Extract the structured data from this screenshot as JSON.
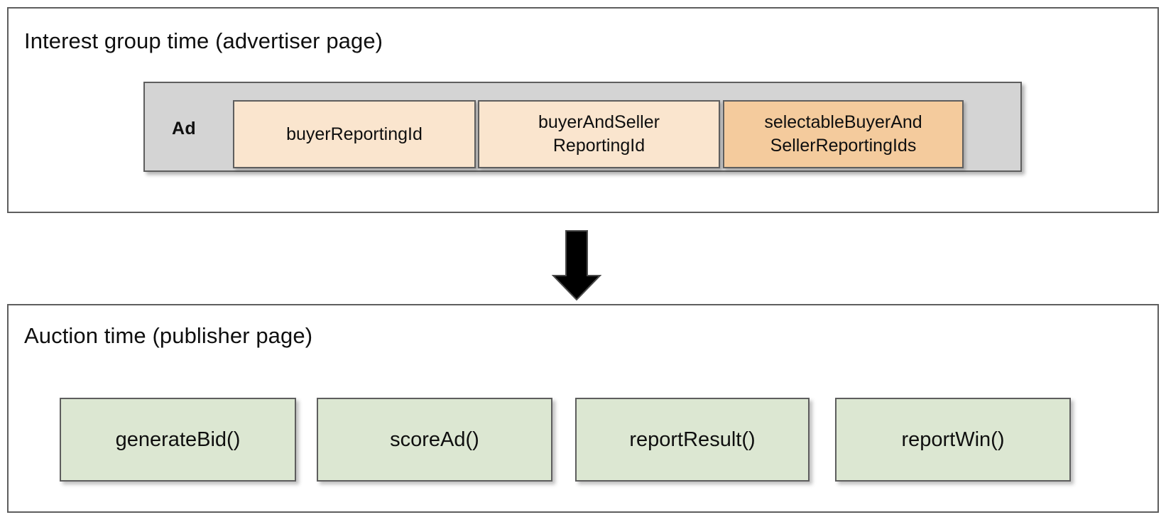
{
  "diagram": {
    "background_color": "#ffffff",
    "border_color": "#5e5e5e"
  },
  "top_panel": {
    "title": "Interest group time (advertiser page)",
    "ad_group": {
      "label": "Ad",
      "background_color": "#d4d4d4",
      "boxes": [
        {
          "label": "buyerReportingId",
          "color": "#fae5ce",
          "variant": "light"
        },
        {
          "label": "buyerAndSeller\nReportingId",
          "line1": "buyerAndSeller",
          "line2": "ReportingId",
          "color": "#fae5ce",
          "variant": "light"
        },
        {
          "label": "selectableBuyerAnd\nSellerReportingIds",
          "line1": "selectableBuyerAnd",
          "line2": "SellerReportingIds",
          "color": "#f4cb9d",
          "variant": "dark"
        }
      ]
    }
  },
  "connector": {
    "icon": "down-arrow-icon",
    "color": "#000000"
  },
  "bottom_panel": {
    "title": "Auction time (publisher page)",
    "boxes": [
      {
        "label": "generateBid()",
        "color": "#dce7d2"
      },
      {
        "label": "scoreAd()",
        "color": "#dce7d2"
      },
      {
        "label": "reportResult()",
        "color": "#dce7d2"
      },
      {
        "label": "reportWin()",
        "color": "#dce7d2"
      }
    ]
  }
}
